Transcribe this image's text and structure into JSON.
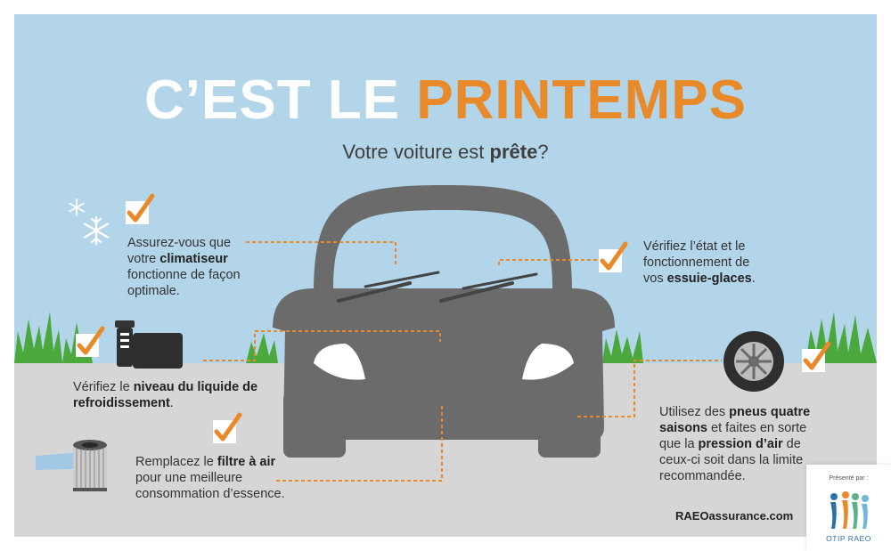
{
  "title": {
    "part1": "C’EST LE",
    "part2": "PRINTEMPS"
  },
  "subtitle": {
    "before": "Votre voiture est ",
    "bold": "prête",
    "after": "?"
  },
  "tips": {
    "ac": {
      "before": "Assurez-vous que votre ",
      "bold": "climatiseur",
      "after": " fonctionne de façon optimale."
    },
    "wipers": {
      "before": "Vérifiez l’état et le fonctionnement de vos ",
      "bold": "essuie-glaces",
      "after": "."
    },
    "coolant": {
      "before": "Vérifiez le ",
      "bold": "niveau du liquide de refroidissement",
      "after": "."
    },
    "filter": {
      "before": "Remplacez le ",
      "bold": "filtre à air",
      "after": " pour une meilleure consommation d’essence."
    },
    "tires": {
      "before": "Utilisez des ",
      "bold1": "pneus quatre saisons",
      "middle": " et faites en sorte que la ",
      "bold2": "pression d’air",
      "after": " de ceux-ci soit dans la limite recommandée."
    }
  },
  "footer": {
    "url": "RAEOassurance.com"
  },
  "badge": {
    "presented": "Présenté par :",
    "brand": "OTIP RAEO"
  },
  "colors": {
    "sky": "#b3d5ea",
    "road": "#d6d6d6",
    "orange": "#e8892a",
    "car": "#6b6b6b",
    "grass": "#4aa83c"
  },
  "icons": [
    "snowflake-icon",
    "checkmark-icon",
    "coolant-reservoir-icon",
    "air-filter-icon",
    "tire-icon",
    "grass-icon",
    "windshield-wiper-icon",
    "headlight-icon"
  ]
}
